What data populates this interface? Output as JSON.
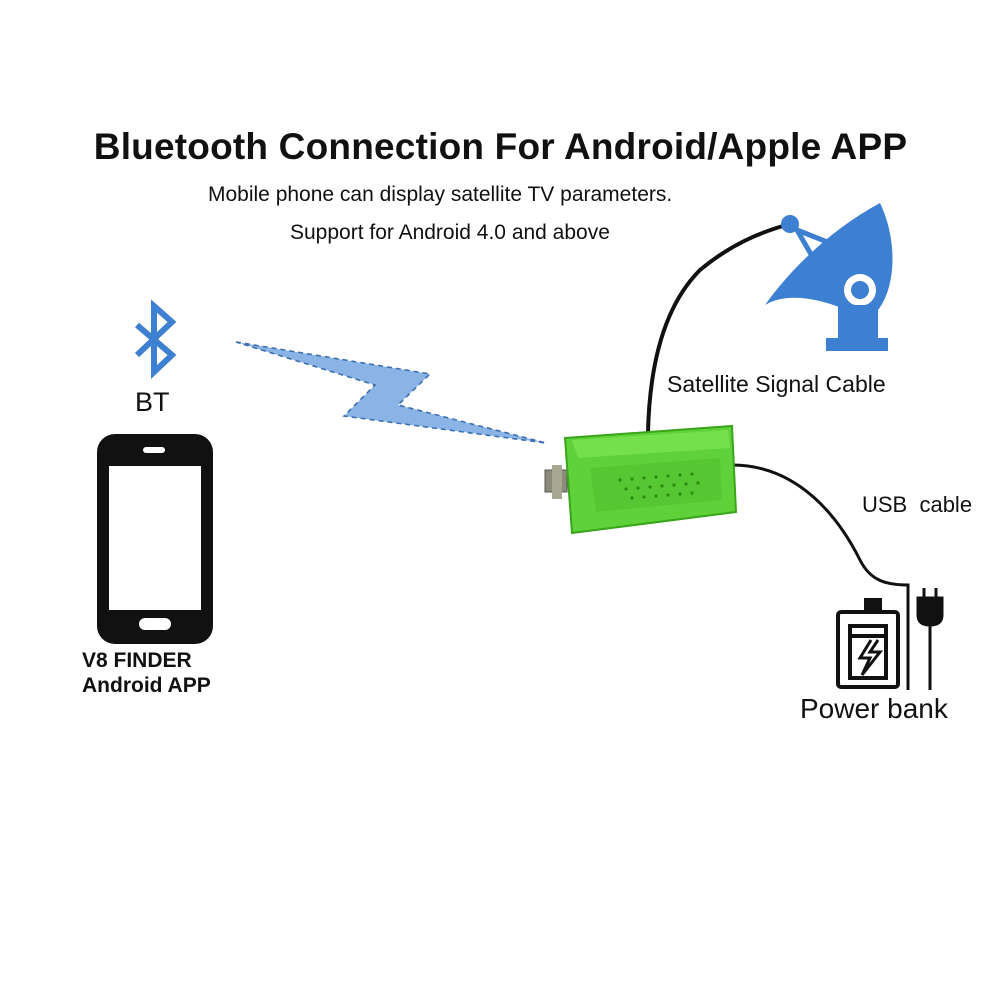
{
  "title": "Bluetooth Connection For Android/Apple APP",
  "subtitle_line1": "Mobile phone can display satellite TV parameters.",
  "subtitle_line2": "Support for Android 4.0 and above",
  "bt_label": "BT",
  "app_label_line1": "V8 FINDER",
  "app_label_line2": "Android APP",
  "satellite_label": "Satellite Signal Cable",
  "usb_label": "USB  cable",
  "power_label": "Power bank",
  "icons": [
    "bluetooth-icon",
    "smartphone-icon",
    "satellite-dish-icon",
    "power-bank-icon",
    "plug-icon",
    "lightning-signal-icon"
  ],
  "colors": {
    "blue": "#3d7fd0",
    "device_green": "#5fd13a",
    "signal_blue": "#8ab4e6"
  }
}
